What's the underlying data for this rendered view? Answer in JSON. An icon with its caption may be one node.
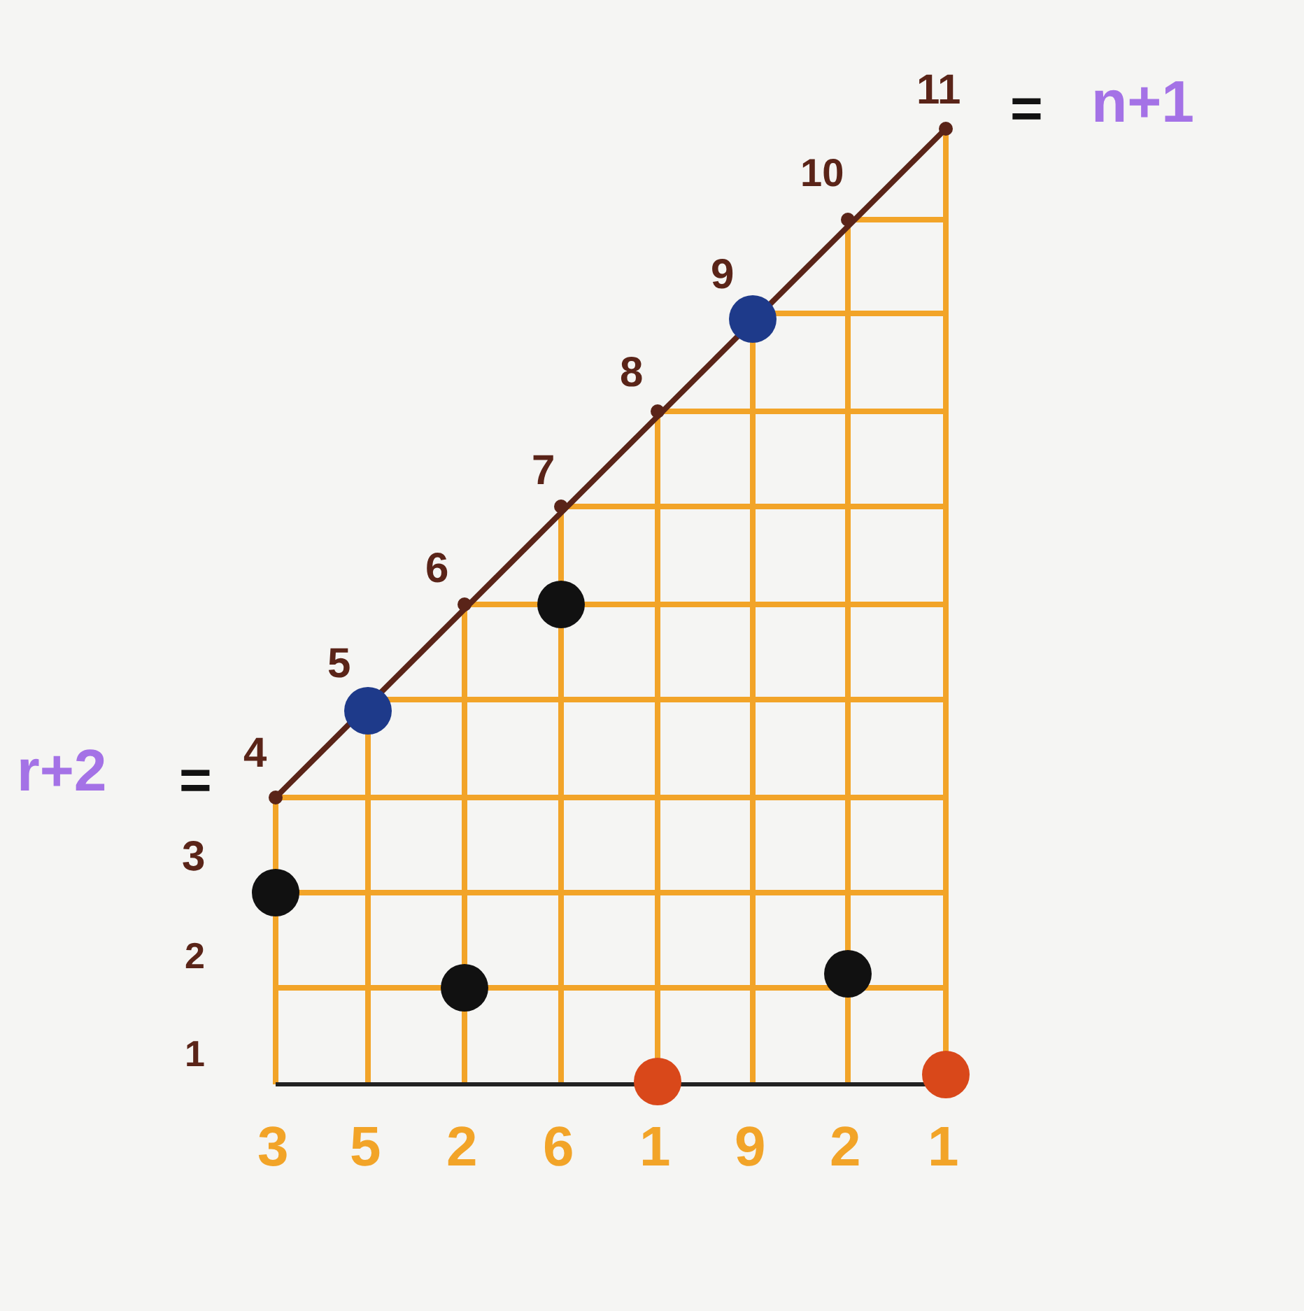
{
  "diagram": {
    "labels": [
      "11",
      "=",
      "n+1",
      "10",
      "9",
      "8",
      "7",
      "6",
      "5",
      "r+2",
      "=",
      "4",
      "3",
      "2",
      "1",
      "3",
      "5",
      "2",
      "6",
      "1",
      "9",
      "2",
      "1"
    ]
  }
}
